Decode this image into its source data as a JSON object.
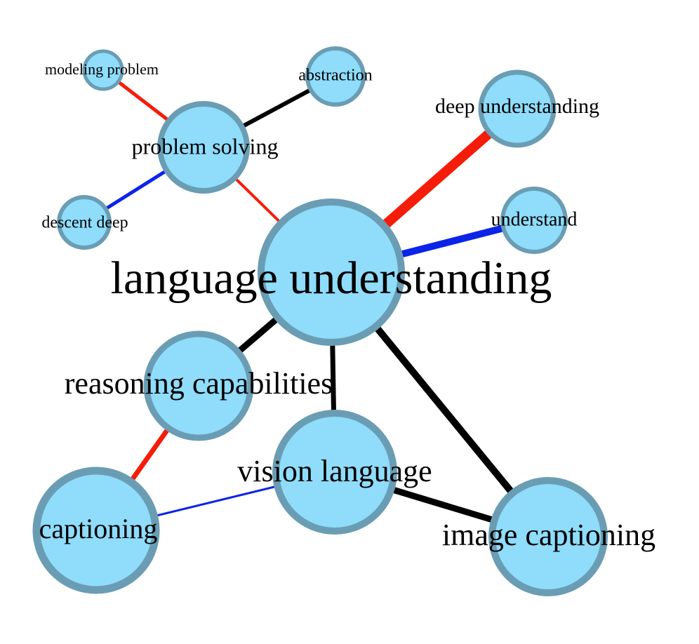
{
  "colors": {
    "node_fill": "#8fdcfb",
    "node_stroke": "#6a9db3",
    "edge_red": "#f41d0a",
    "edge_blue": "#0b24e8",
    "edge_black": "#000000",
    "label": "#000000"
  },
  "nodes": [
    {
      "id": "language-understanding",
      "label": "language understanding"
    },
    {
      "id": "problem-solving",
      "label": "problem solving"
    },
    {
      "id": "modeling-problem",
      "label": "modeling problem"
    },
    {
      "id": "abstraction",
      "label": "abstraction"
    },
    {
      "id": "descent-deep",
      "label": "descent deep"
    },
    {
      "id": "deep-understanding",
      "label": "deep understanding"
    },
    {
      "id": "understand",
      "label": "understand"
    },
    {
      "id": "reasoning-capabilities",
      "label": "reasoning capabilities"
    },
    {
      "id": "vision-language",
      "label": "vision language"
    },
    {
      "id": "captioning",
      "label": "captioning"
    },
    {
      "id": "image-captioning",
      "label": "image captioning"
    }
  ],
  "edges": [
    {
      "source": "modeling-problem",
      "target": "problem-solving",
      "color": "red"
    },
    {
      "source": "abstraction",
      "target": "problem-solving",
      "color": "black"
    },
    {
      "source": "descent-deep",
      "target": "problem-solving",
      "color": "blue"
    },
    {
      "source": "problem-solving",
      "target": "language-understanding",
      "color": "red"
    },
    {
      "source": "deep-understanding",
      "target": "language-understanding",
      "color": "red"
    },
    {
      "source": "understand",
      "target": "language-understanding",
      "color": "blue"
    },
    {
      "source": "reasoning-capabilities",
      "target": "language-understanding",
      "color": "black"
    },
    {
      "source": "vision-language",
      "target": "language-understanding",
      "color": "black"
    },
    {
      "source": "image-captioning",
      "target": "language-understanding",
      "color": "black"
    },
    {
      "source": "reasoning-capabilities",
      "target": "captioning",
      "color": "red"
    },
    {
      "source": "captioning",
      "target": "vision-language",
      "color": "blue"
    },
    {
      "source": "vision-language",
      "target": "image-captioning",
      "color": "black"
    }
  ]
}
